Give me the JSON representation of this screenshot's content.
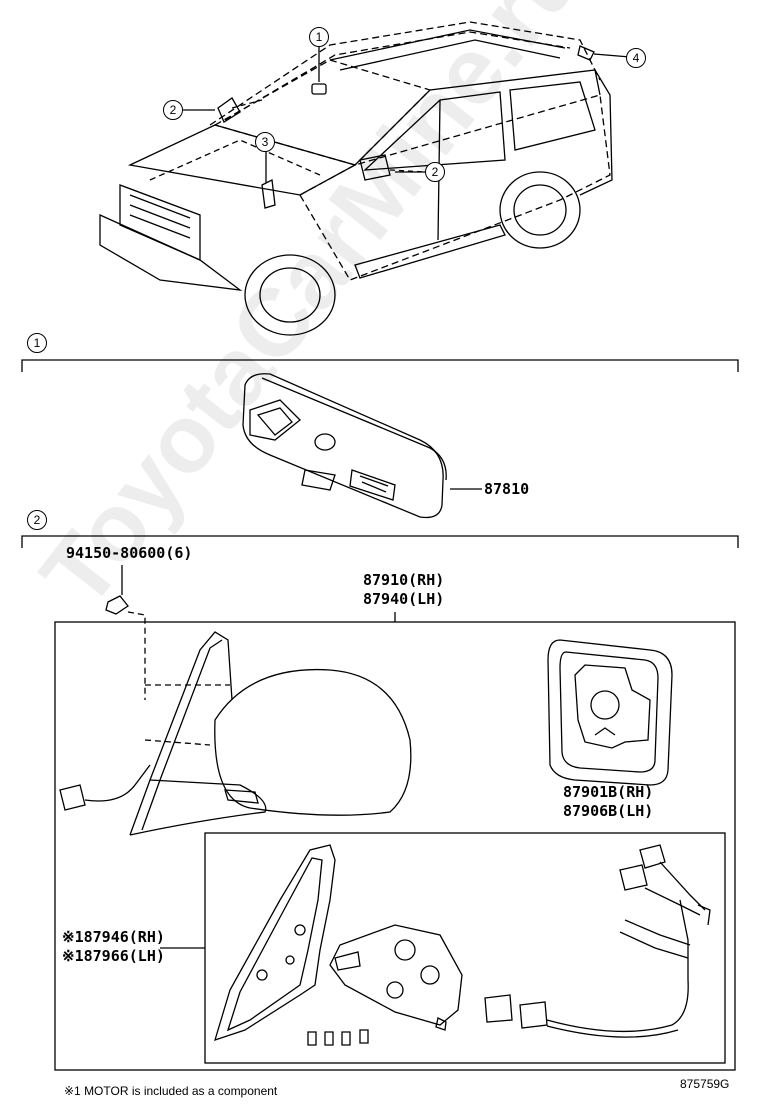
{
  "watermark": "ToyotaCarMine.ru",
  "callouts": {
    "c1": "1",
    "c2a": "2",
    "c2b": "2",
    "c3": "3",
    "c4": "4"
  },
  "sections": {
    "s1": "1",
    "s2": "2"
  },
  "parts": {
    "rear_view_mirror": "87810",
    "screw": "94150-80600(6)",
    "outer_mirror_rh": "87910(RH)",
    "outer_mirror_lh": "87940(LH)",
    "mirror_glass_rh": "87901B(RH)",
    "mirror_glass_lh": "87906B(LH)",
    "motor_sub_rh": "※187946(RH)",
    "motor_sub_lh": "※187966(LH)"
  },
  "footnote": "※1 MOTOR is included as a component",
  "diagram_code": "875759G"
}
